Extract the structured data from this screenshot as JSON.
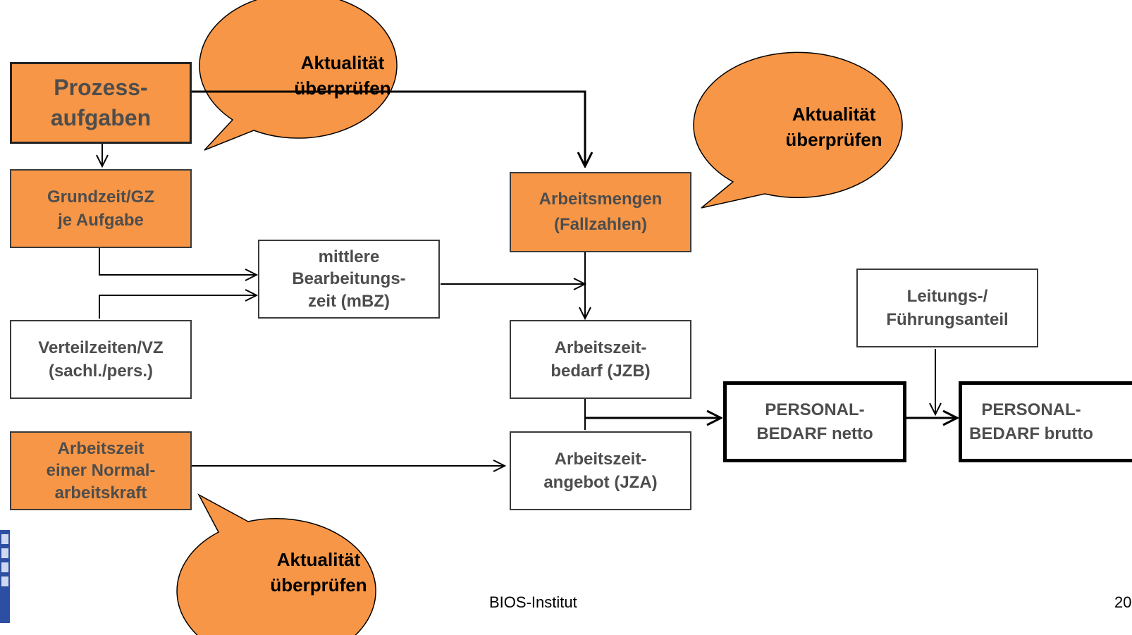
{
  "title": "...p...ng.. ... (... ..g.. ...)",
  "boxes": {
    "prozess": "Prozess-\naufgaben",
    "grundzeit": "Grundzeit/GZ\nje Aufgabe",
    "verteilzeiten": "Verteilzeiten/VZ\n(sachl./pers.)",
    "arbeitszeit_normal": "Arbeitszeit\neiner Normal-\narbeitskraft",
    "mbz": "mittlere\nBearbeitungs-\nzeit (mBZ)",
    "arbeitsmengen": "Arbeitsmengen\n(Fallzahlen)",
    "jzb": "Arbeitszeit-\nbedarf (JZB)",
    "jza": "Arbeitszeit-\nangebot (JZA)",
    "leitung": "Leitungs-/\nFührungsanteil",
    "netto": "PERSONAL-\nBEDARF netto",
    "brutto": "PERSONAL-\nBEDARF  brutto"
  },
  "bubbles": {
    "top": "Aktualität\nüberprüfen",
    "right": "Aktualität\nüberprüfen",
    "bottom": "Aktualität\nüberprüfen"
  },
  "footer": {
    "institute": "BIOS-Institut",
    "page": "20"
  },
  "colors": {
    "orange": "#f79646",
    "line": "#000000",
    "text": "#4d4d4d"
  }
}
